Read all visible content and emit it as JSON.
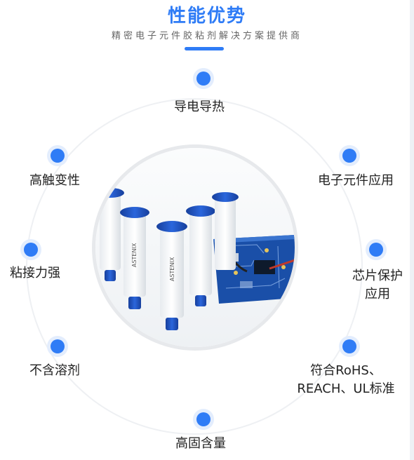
{
  "header": {
    "title": "性能优势",
    "subtitle": "精密电子元件胶粘剂解决方案提供商"
  },
  "features": [
    {
      "label": "导电导热"
    },
    {
      "label": "高触变性"
    },
    {
      "label": "电子元件应用"
    },
    {
      "label": "粘接力强"
    },
    {
      "label": "芯片保护",
      "label2": "应用"
    },
    {
      "label": "不含溶剂"
    },
    {
      "label": "符合RoHS、",
      "label2": "REACH、UL标准"
    },
    {
      "label": "高固含量"
    }
  ],
  "photo": {
    "brand_text": "ASTENIX",
    "colors": {
      "cap_blue": "#1f56c9",
      "board_blue": "#1a4fa8",
      "accent": "#2f7cf6"
    }
  }
}
